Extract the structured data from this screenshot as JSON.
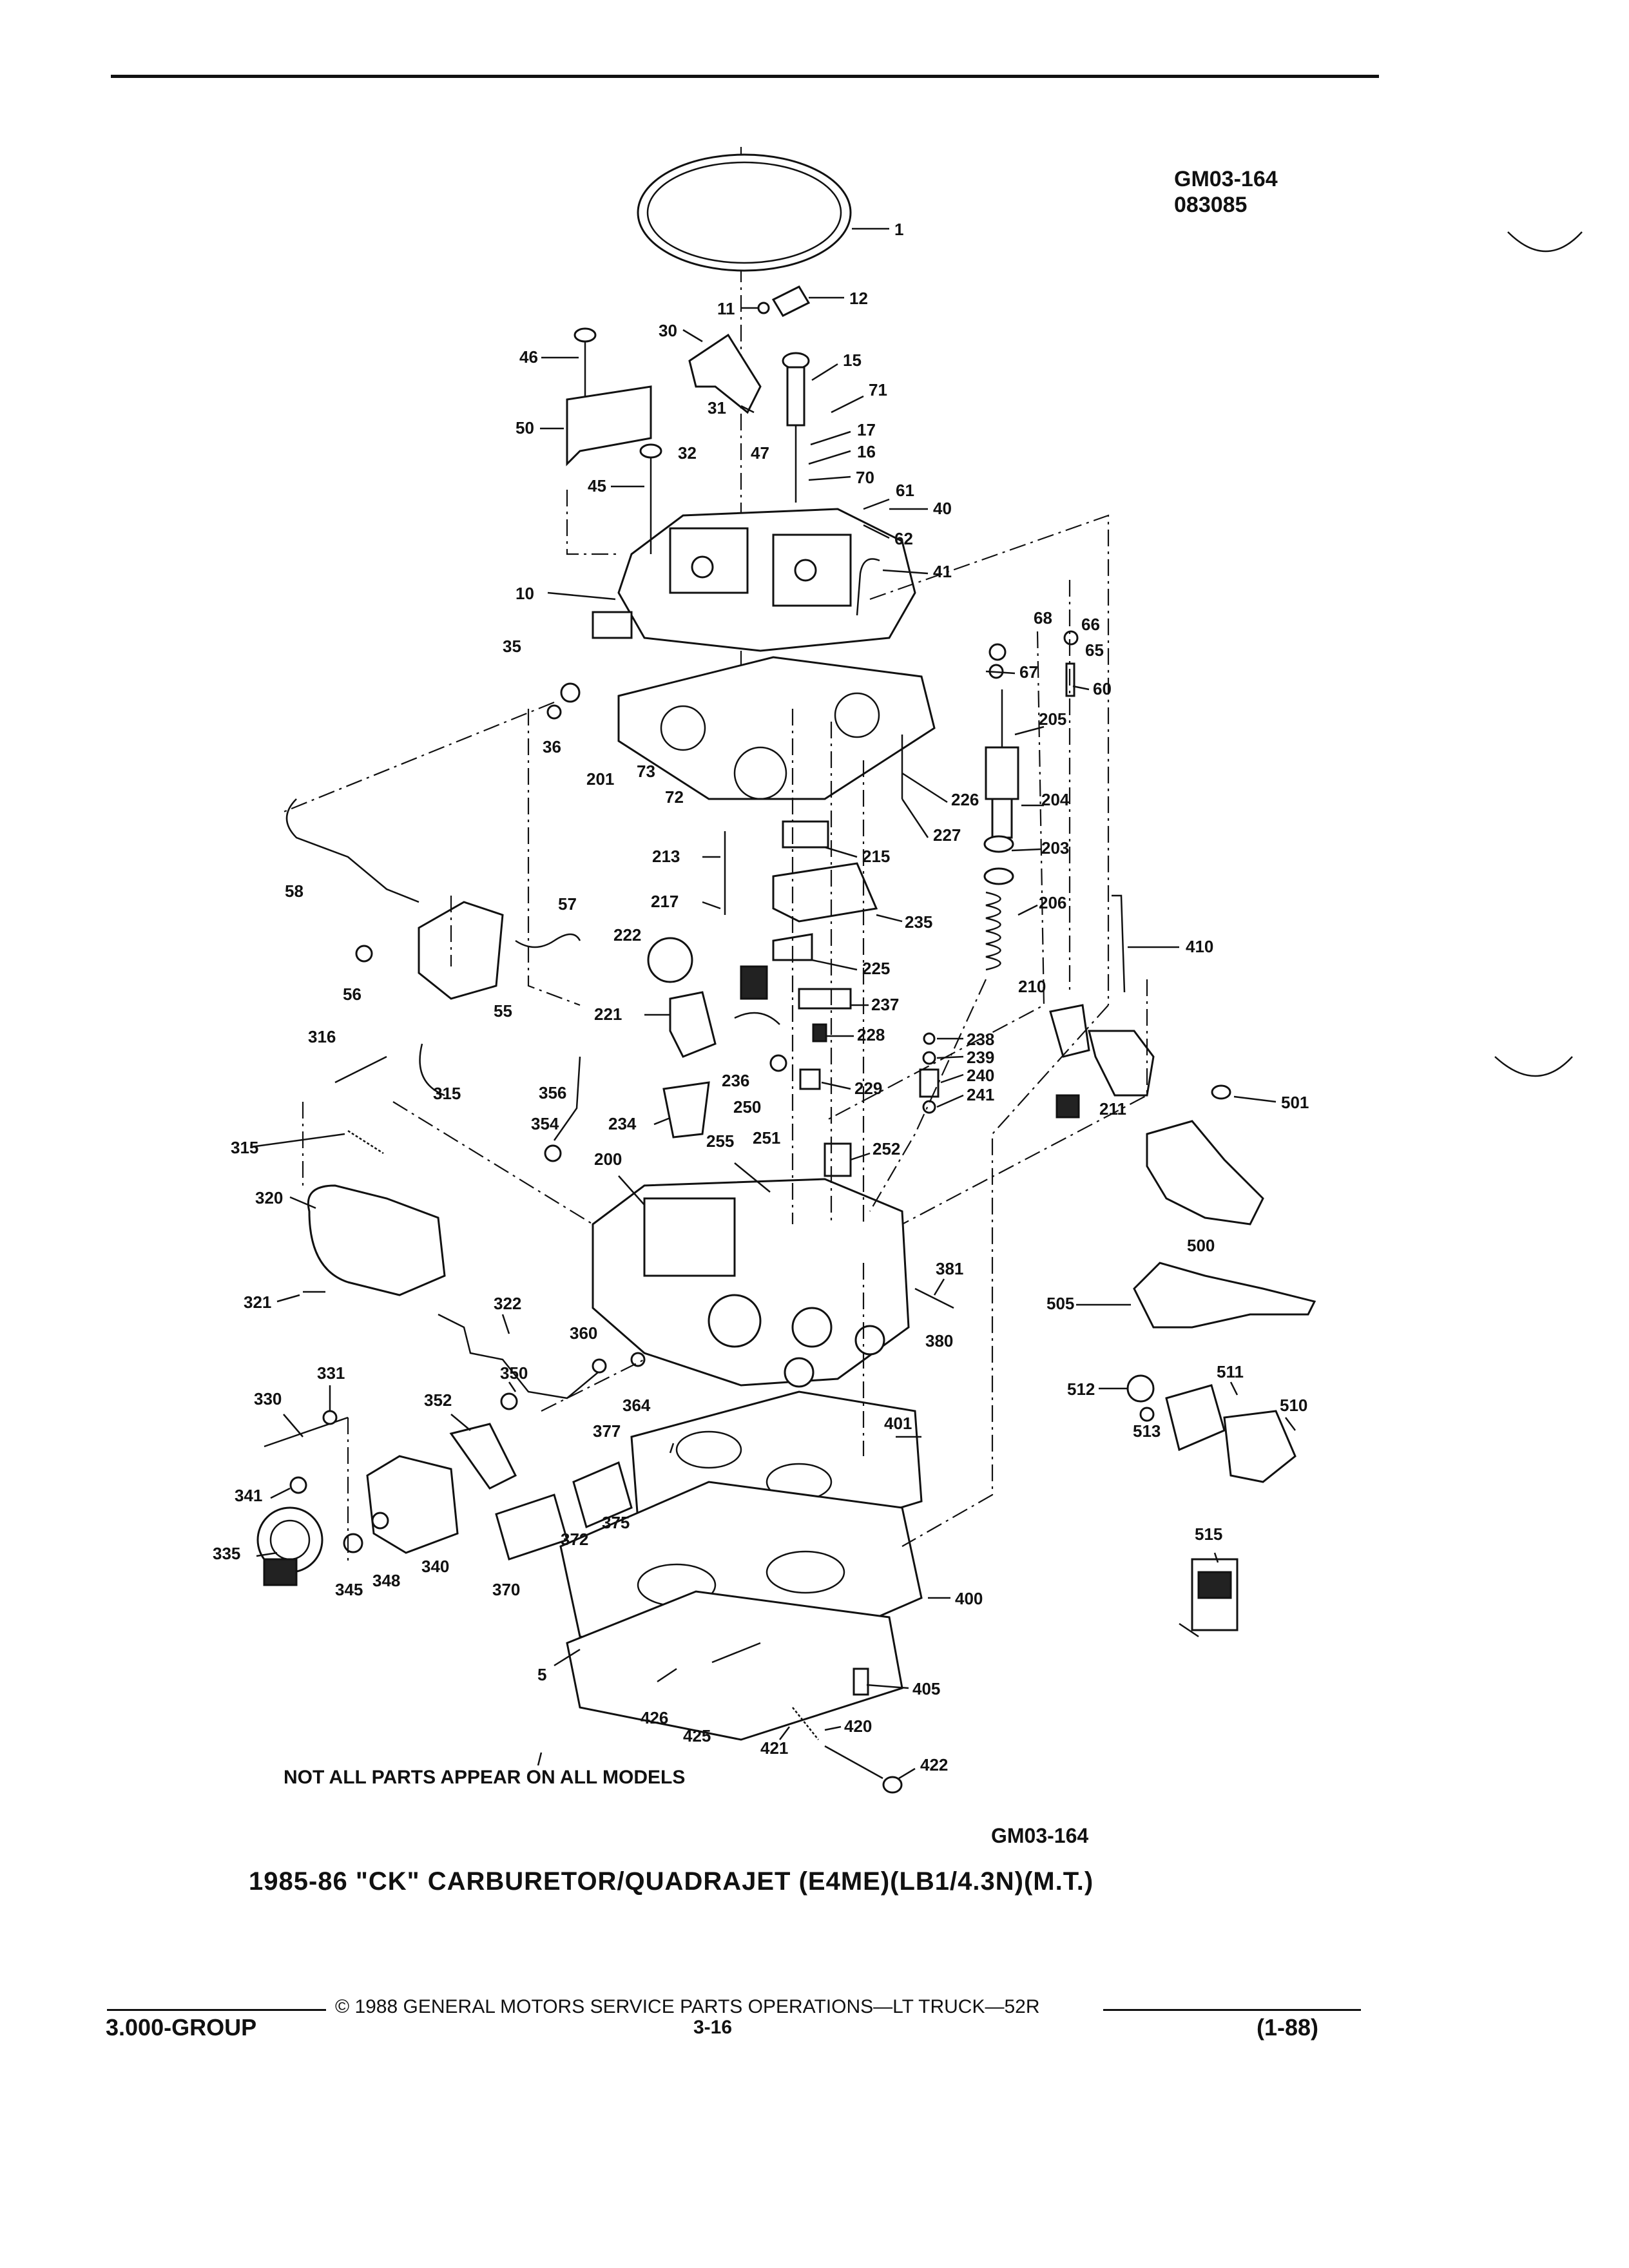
{
  "header": {
    "code_line1": "GM03-164",
    "code_line2": "083085"
  },
  "diagram": {
    "callouts": [
      "1",
      "12",
      "11",
      "30",
      "15",
      "46",
      "71",
      "31",
      "17",
      "50",
      "16",
      "32",
      "47",
      "70",
      "45",
      "61",
      "40",
      "62",
      "41",
      "10",
      "68",
      "66",
      "65",
      "67",
      "35",
      "60",
      "205",
      "36",
      "201",
      "73",
      "72",
      "226",
      "204",
      "227",
      "213",
      "215",
      "203",
      "58",
      "217",
      "57",
      "235",
      "206",
      "410",
      "222",
      "225",
      "56",
      "55",
      "237",
      "210",
      "316",
      "221",
      "228",
      "238",
      "239",
      "236",
      "229",
      "240",
      "315",
      "250",
      "211",
      "356",
      "234",
      "241",
      "501",
      "251",
      "354",
      "255",
      "252",
      "315",
      "200",
      "320",
      "500",
      "381",
      "321",
      "505",
      "322",
      "380",
      "360",
      "331",
      "350",
      "511",
      "330",
      "364",
      "512",
      "352",
      "510",
      "401",
      "377",
      "341",
      "513",
      "515",
      "375",
      "372",
      "335",
      "340",
      "370",
      "348",
      "345",
      "400",
      "5",
      "405",
      "426",
      "420",
      "425",
      "421",
      "422"
    ],
    "note": "NOT ALL PARTS APPEAR ON ALL MODELS",
    "code": "GM03-164"
  },
  "title": "1985-86 \"CK\" CARBURETOR/QUADRAJET (E4ME)(LB1/4.3N)(M.T.)",
  "footer": {
    "copyright": "© 1988 GENERAL MOTORS SERVICE PARTS OPERATIONS—LT TRUCK—52R",
    "group": "3.000-GROUP",
    "page": "3-16",
    "date_code": "(1-88)"
  }
}
